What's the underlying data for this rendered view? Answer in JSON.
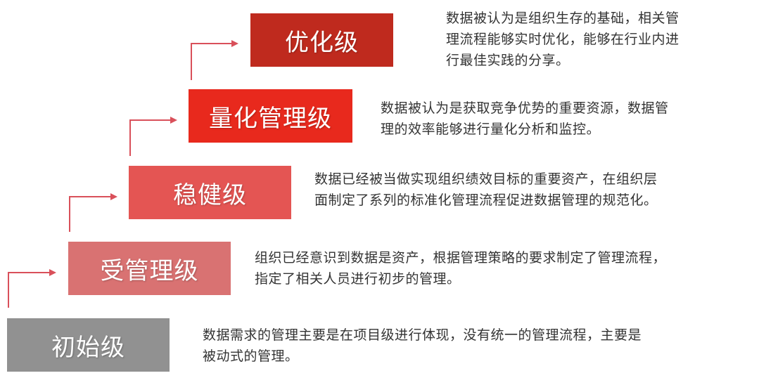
{
  "levels": [
    {
      "id": "optimized",
      "label": "优化级",
      "color": "#bf2a1e",
      "description_lines": [
        "数据被认为是组织生存的基础，相关管",
        "理流程能够实时优化，能够在行业内进",
        "行最佳实践的分享。"
      ]
    },
    {
      "id": "quantitative",
      "label": "量化管理级",
      "color": "#e8291d",
      "description_lines": [
        "数据被认为是获取竞争优势的重要资源，数据管",
        "理的效率能够进行量化分析和监控。"
      ]
    },
    {
      "id": "robust",
      "label": "稳健级",
      "color": "#e45553",
      "description_lines": [
        "数据已经被当做实现组织绩效目标的重要资产，在组织层",
        "面制定了系列的标准化管理流程促进数据管理的规范化。"
      ]
    },
    {
      "id": "managed",
      "label": "受管理级",
      "color": "#d97272",
      "description_lines": [
        "组织已经意识到数据是资产，根据管理策略的要求制定了管理流程，",
        "指定了相关人员进行初步的管理。"
      ]
    },
    {
      "id": "initial",
      "label": "初始级",
      "color": "#919191",
      "description_lines": [
        "数据需求的管理主要是在项目级进行体现，没有统一的管理流程，主要是",
        "被动式的管理。"
      ]
    }
  ],
  "arrow_color": "#d9505a"
}
